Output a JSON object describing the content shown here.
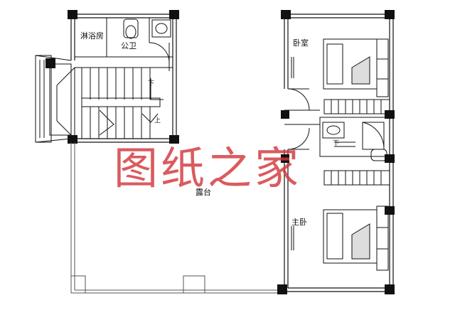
{
  "plan": {
    "rooms": {
      "shower": "淋浴房",
      "public_wc": "公卫",
      "bedroom": "卧室",
      "terrace": "露台",
      "master_bedroom": "主卧"
    },
    "stair_marks": {
      "down": "下",
      "up": "上",
      "down_2": "下"
    }
  },
  "watermark": {
    "text": "图纸之家"
  }
}
